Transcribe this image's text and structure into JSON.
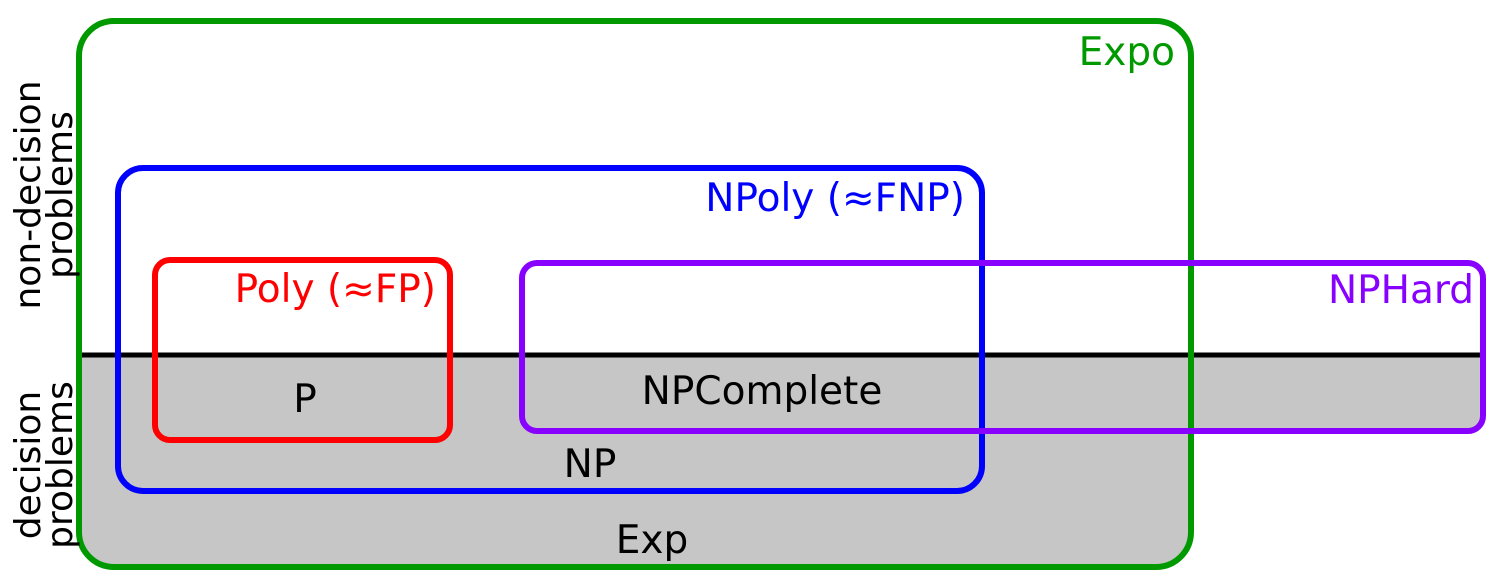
{
  "colors": {
    "expo": "#009900",
    "npoly": "#0000ff",
    "poly": "#ff0000",
    "nphard": "#8800ff",
    "decision_fill": "#c6c6c6",
    "divider": "#000000"
  },
  "side_labels": {
    "non_decision": [
      "non-decision",
      "problems"
    ],
    "decision": [
      "decision",
      "problems"
    ]
  },
  "sets": {
    "expo": "Expo",
    "npoly": "NPoly (≈FNP)",
    "poly": "Poly (≈FP)",
    "nphard": "NPHard"
  },
  "decision_sets": {
    "p": "P",
    "npcomplete": "NPComplete",
    "np": "NP",
    "exp": "Exp"
  }
}
